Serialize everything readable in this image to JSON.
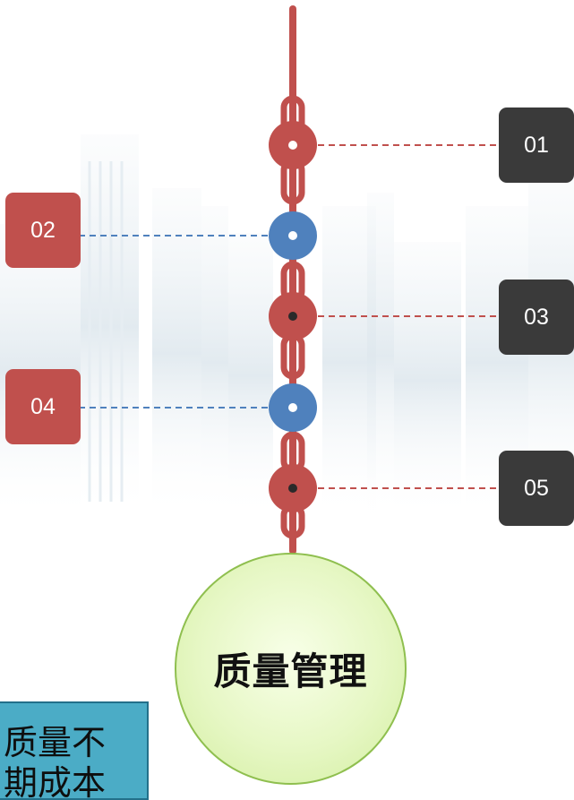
{
  "center": {
    "title": "质量管理"
  },
  "nodes": [
    {
      "label": "01",
      "side": "right",
      "color": "#c0504d",
      "tag_color": "#3a3a3a"
    },
    {
      "label": "02",
      "side": "left",
      "color": "#4f81bd",
      "tag_color": "#c0504d"
    },
    {
      "label": "03",
      "side": "right",
      "color": "#c0504d",
      "tag_color": "#3a3a3a"
    },
    {
      "label": "04",
      "side": "left",
      "color": "#4f81bd",
      "tag_color": "#c0504d"
    },
    {
      "label": "05",
      "side": "right",
      "color": "#c0504d",
      "tag_color": "#3a3a3a"
    }
  ],
  "note": {
    "line1": "质量不",
    "line2": "期成本"
  },
  "colors": {
    "chain": "#c0504d",
    "blue": "#4f81bd",
    "dark": "#3a3a3a",
    "circle": "#e6f7c4"
  }
}
